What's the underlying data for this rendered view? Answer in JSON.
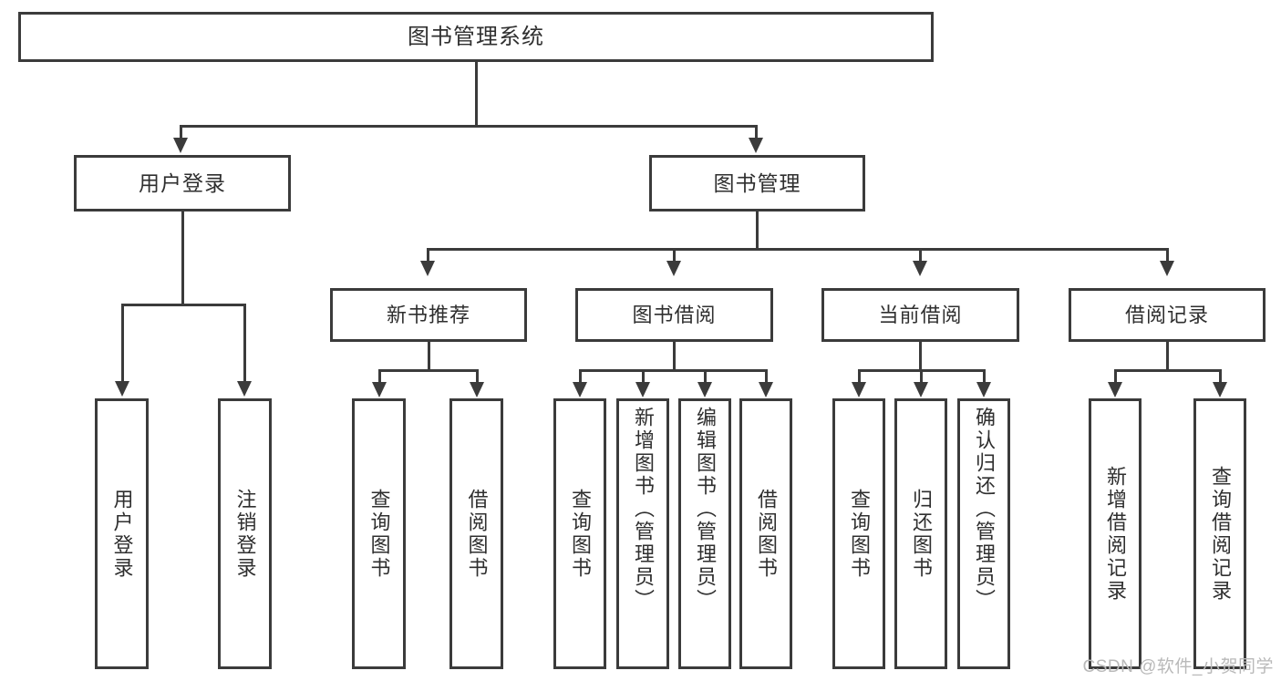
{
  "diagram": {
    "title": "图书管理系统",
    "type": "function-hierarchy-tree",
    "root": {
      "label": "图书管理系统"
    },
    "level2": [
      {
        "label": "用户登录"
      },
      {
        "label": "图书管理"
      }
    ],
    "level3": [
      {
        "label": "新书推荐"
      },
      {
        "label": "图书借阅"
      },
      {
        "label": "当前借阅"
      },
      {
        "label": "借阅记录"
      }
    ],
    "leaves": {
      "user_login": [
        {
          "label": "用户登录"
        },
        {
          "label": "注销登录"
        }
      ],
      "new_book_recommend": [
        {
          "label": "查询图书"
        },
        {
          "label": "借阅图书"
        }
      ],
      "book_borrow": [
        {
          "label": "查询图书"
        },
        {
          "label": "新增图书（管理员）"
        },
        {
          "label": "编辑图书（管理员）"
        },
        {
          "label": "借阅图书"
        }
      ],
      "current_borrow": [
        {
          "label": "查询图书"
        },
        {
          "label": "归还图书"
        },
        {
          "label": "确认归还（管理员）"
        }
      ],
      "borrow_record": [
        {
          "label": "新增借阅记录"
        },
        {
          "label": "查询借阅记录"
        }
      ]
    }
  },
  "watermark": {
    "text": "CSDN @软件_小贺同学"
  },
  "colors": {
    "line": "#3b3b3b",
    "text": "#2f2f2f",
    "background": "#ffffff",
    "watermark": "#b9b9b9"
  }
}
